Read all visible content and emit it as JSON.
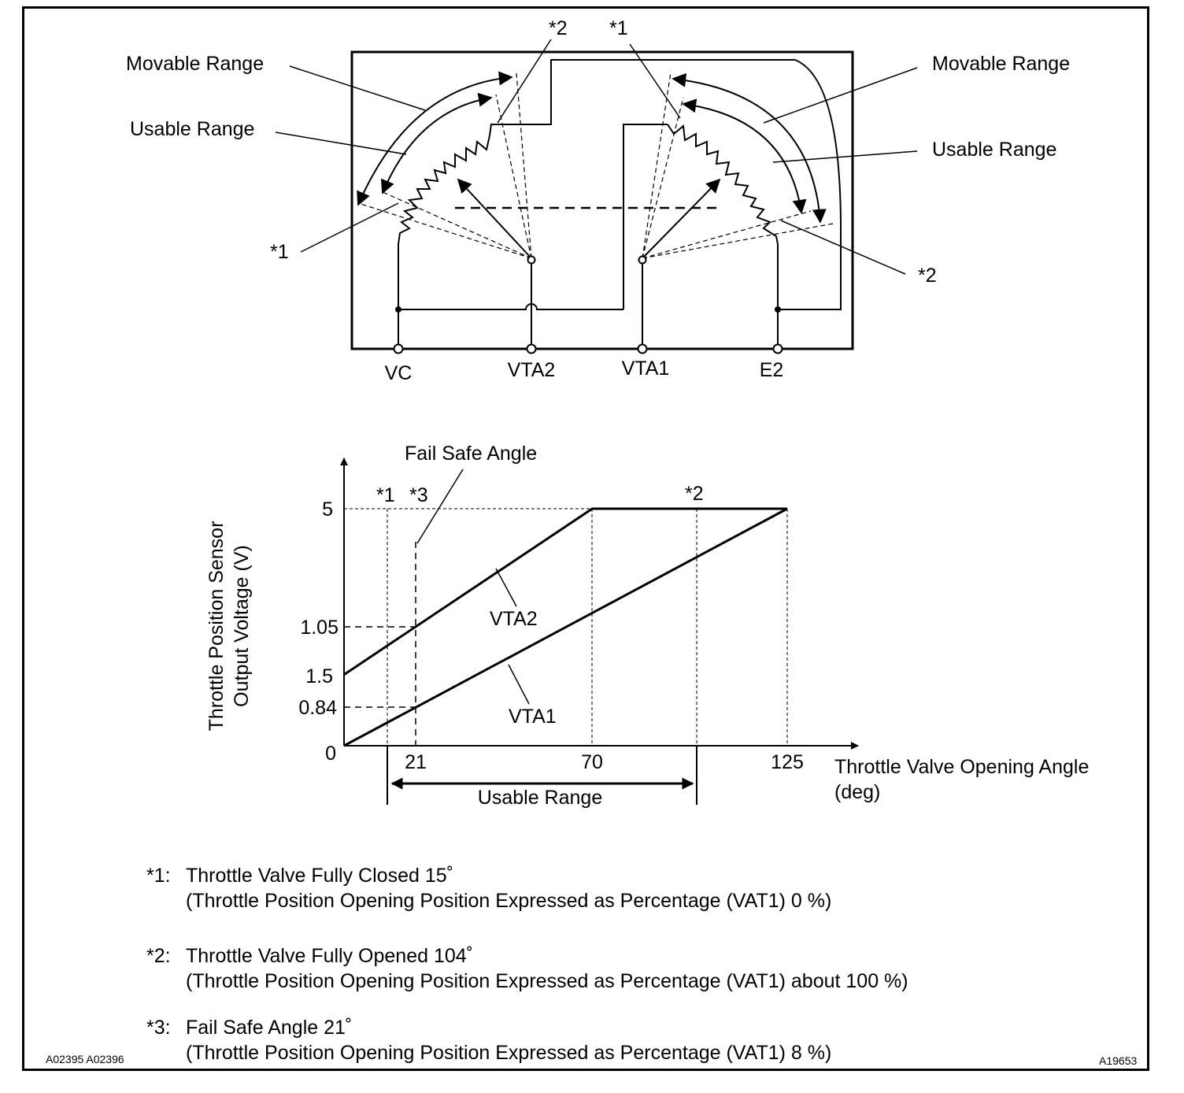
{
  "circuit": {
    "left_movable_label": "Movable Range",
    "left_usable_label": "Usable Range",
    "right_movable_label": "Movable Range",
    "right_usable_label": "Usable Range",
    "marker_top_left": "*2",
    "marker_top_right": "*1",
    "marker_left": "*1",
    "marker_right": "*2",
    "terminals": [
      "VC",
      "VTA2",
      "VTA1",
      "E2"
    ]
  },
  "chart_data": {
    "type": "line",
    "title": "",
    "xlabel": "Throttle Valve Opening Angle (deg)",
    "xlabel_line1": "Throttle Valve Opening Angle",
    "xlabel_line2": "(deg)",
    "ylabel": "Throttle Position Sensor Output Voltage (V)",
    "ylabel_line1": "Throttle Position Sensor",
    "ylabel_line2": "Output Voltage (V)",
    "x_ticks": [
      "21",
      "70",
      "125"
    ],
    "y_ticks": [
      "5",
      "1.05",
      "1.5",
      "0.84",
      "0"
    ],
    "series": [
      {
        "name": "VTA2",
        "x": [
          0,
          70,
          125
        ],
        "y": [
          1.5,
          5,
          5
        ]
      },
      {
        "name": "VTA1",
        "x": [
          0,
          125
        ],
        "y": [
          0,
          5
        ]
      }
    ],
    "annotations": {
      "fail_safe": "Fail Safe Angle",
      "marker_1": "*1",
      "marker_2": "*2",
      "marker_3": "*3",
      "usable_range": "Usable Range"
    }
  },
  "notes": [
    {
      "tag": "*1:",
      "line1": "Throttle Valve Fully Closed 15˚",
      "line2": "(Throttle Position Opening Position Expressed as Percentage (VAT1) 0 %)"
    },
    {
      "tag": "*2:",
      "line1": "Throttle Valve Fully Opened 104˚",
      "line2": "(Throttle Position Opening Position Expressed as Percentage (VAT1) about 100 %)"
    },
    {
      "tag": "*3:",
      "line1": "Fail Safe Angle 21˚",
      "line2": "(Throttle Position Opening Position Expressed as Percentage (VAT1) 8 %)"
    }
  ],
  "footer": {
    "left_ref": "A02395 A02396",
    "right_ref": "A19653"
  }
}
